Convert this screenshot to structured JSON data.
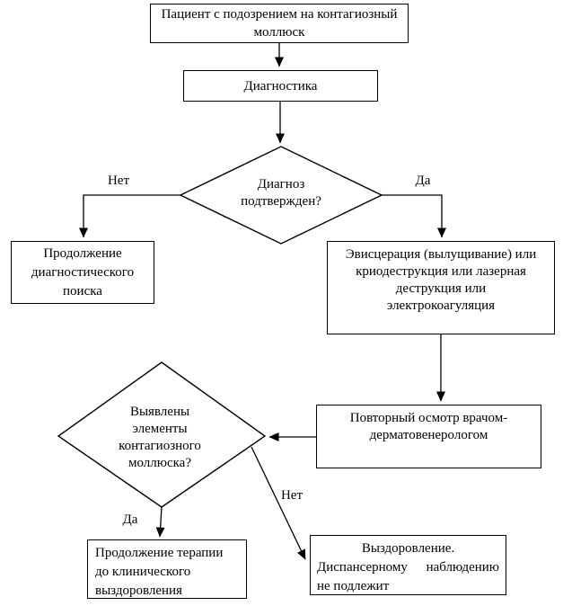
{
  "diagram": {
    "nodes": {
      "patient": {
        "lines": [
          "Пациент с подозрением на контагиозный",
          "моллюск"
        ]
      },
      "diagnostics": {
        "text": "Диагностика"
      },
      "diagnosis_confirmed": {
        "lines": [
          "Диагноз",
          "подтвержден?"
        ]
      },
      "continue_search": {
        "lines": [
          "Продолжение",
          "диагностического",
          "поиска"
        ]
      },
      "treatment": {
        "lines": [
          "Эвисцерация (вылущивание) или",
          "криодеструкция или лазерная",
          "деструкция или",
          "электрокоагуляция"
        ]
      },
      "repeat_exam": {
        "lines": [
          "Повторный осмотр врачом-",
          "дерматовенерологом"
        ]
      },
      "elements_found": {
        "lines": [
          "Выявлены",
          "элементы",
          "контагиозного",
          "моллюска?"
        ]
      },
      "continue_therapy": {
        "lines": [
          "Продолжение терапии",
          "до клинического",
          "выздоровления"
        ]
      },
      "recovery": {
        "lines": [
          "Выздоровление.",
          "Диспансерному наблюдению",
          "не подлежит"
        ]
      }
    },
    "edge_labels": {
      "diagnosis_no": "Нет",
      "diagnosis_yes": "Да",
      "elements_yes": "Да",
      "elements_no": "Нет"
    },
    "colors": {
      "stroke": "#000000",
      "node_fill": "#ffffff",
      "background": "#ffffff",
      "text": "#000000"
    }
  }
}
